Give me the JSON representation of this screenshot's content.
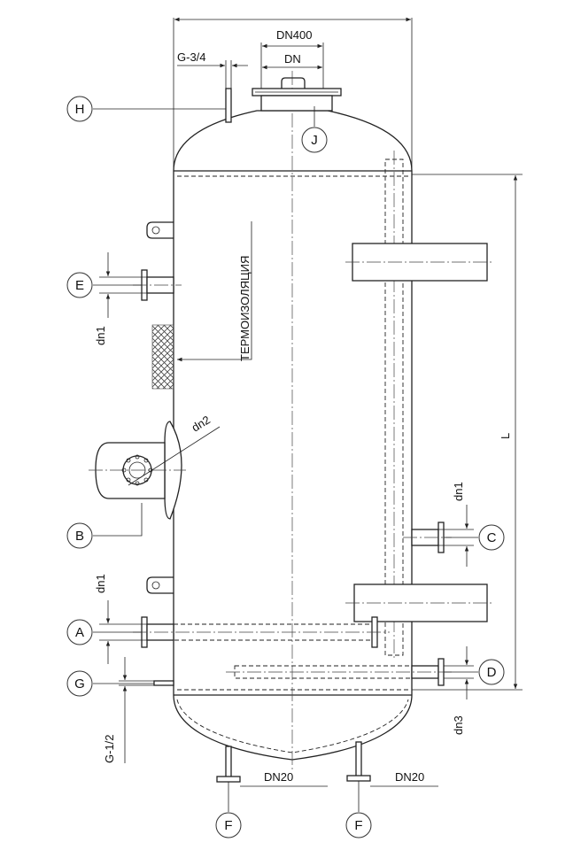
{
  "dimensions": {
    "overall_diameter": "DN400",
    "manhole": "DN",
    "top_fitting": "G-3/4",
    "bottom_fitting": "G-1/2",
    "drain_left": "DN20",
    "drain_right": "DN20",
    "length": "L",
    "nozzle_e": "dn1",
    "nozzle_a": "dn1",
    "nozzle_c": "dn1",
    "nozzle_d": "dn3",
    "flange_b": "dn2"
  },
  "insulation_label": "ТЕРМОИЗОЛЯЦИЯ",
  "markers": {
    "h": "H",
    "j": "J",
    "e": "E",
    "b": "B",
    "a": "A",
    "g": "G",
    "c": "C",
    "d": "D",
    "f_left": "F",
    "f_right": "F"
  }
}
